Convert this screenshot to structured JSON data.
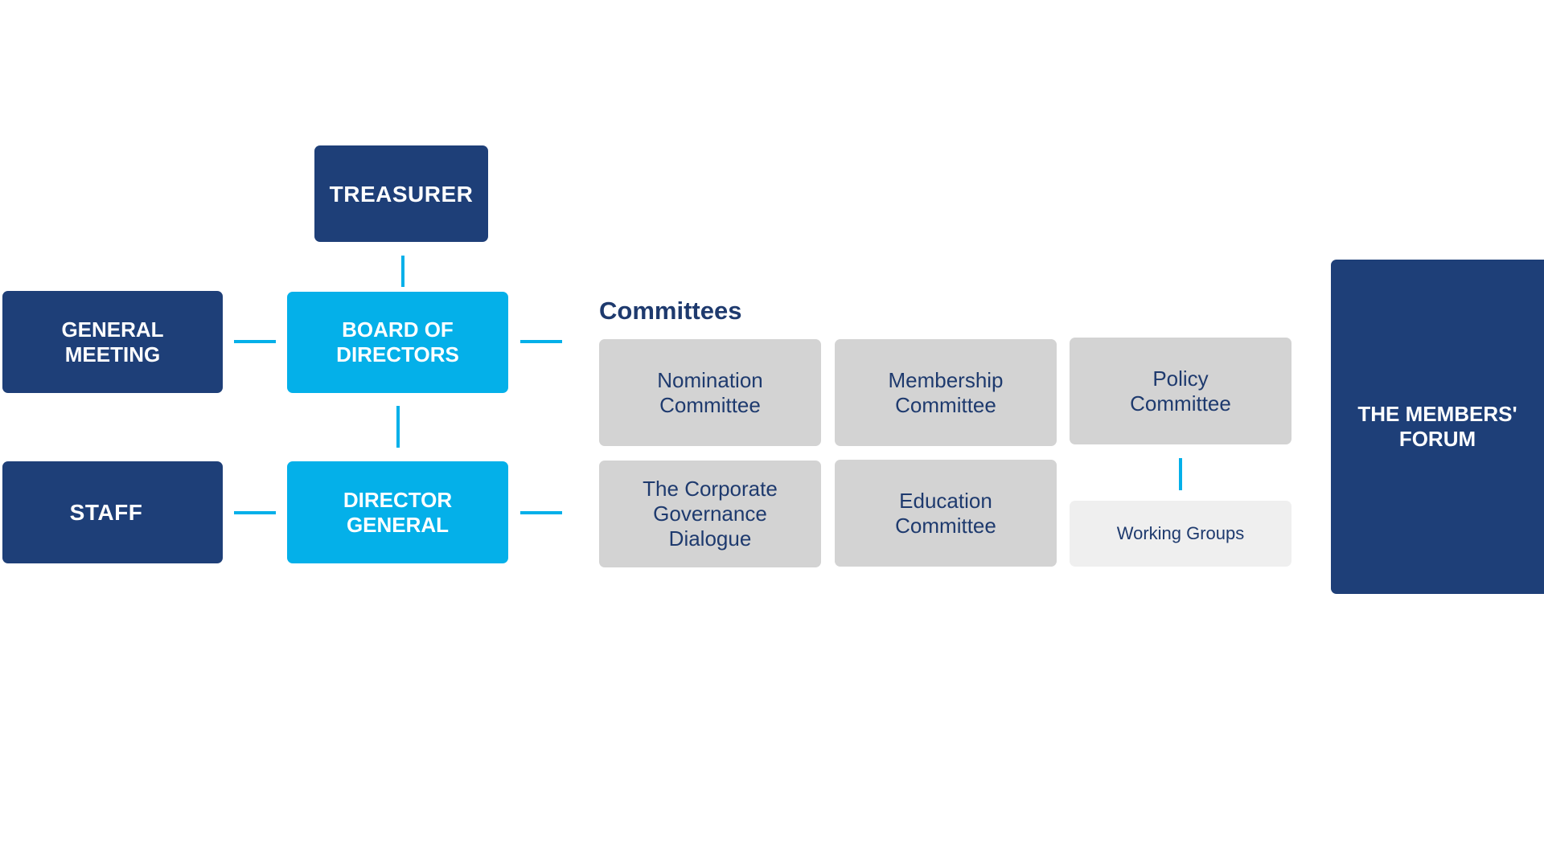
{
  "nodes": {
    "treasurer": "TREASURER",
    "general_meeting": [
      "GENERAL",
      "MEETING"
    ],
    "board_of_directors": [
      "BOARD OF",
      "DIRECTORS"
    ],
    "staff": "STAFF",
    "director_general": [
      "DIRECTOR",
      "GENERAL"
    ],
    "members_forum": [
      "THE MEMBERS'",
      "FORUM"
    ]
  },
  "committees": {
    "heading": "Committees",
    "nomination": [
      "Nomination",
      "Committee"
    ],
    "membership": [
      "Membership",
      "Committee"
    ],
    "policy": [
      "Policy",
      "Committee"
    ],
    "corporate_governance": [
      "The Corporate",
      "Governance",
      "Dialogue"
    ],
    "education": [
      "Education",
      "Committee"
    ],
    "working_groups": "Working Groups"
  },
  "colors": {
    "dark_blue": "#1e3f78",
    "light_blue": "#04b0e9",
    "committee_grey": "#d3d3d3",
    "working_group_grey": "#efefef",
    "text_navy": "#1e3a6e"
  }
}
